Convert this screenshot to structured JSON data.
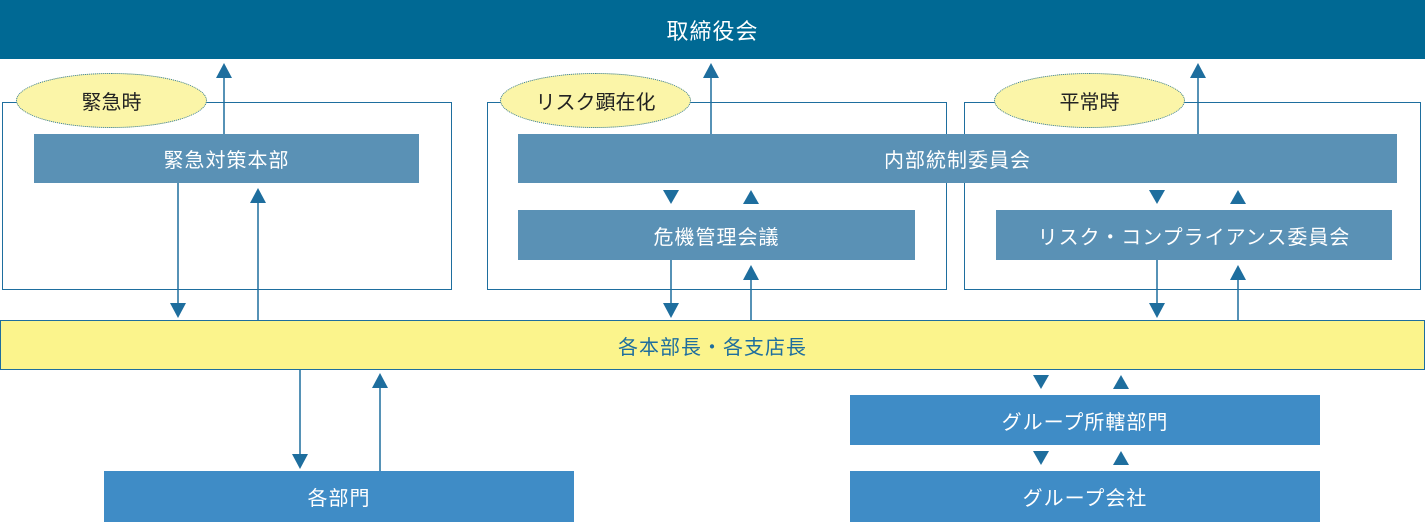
{
  "header": {
    "title": "取締役会"
  },
  "groups": {
    "emergency": {
      "label": "緊急時",
      "box": "緊急対策本部"
    },
    "risk": {
      "label": "リスク顕在化",
      "upper": "内部統制委員会",
      "lower": "危機管理会議"
    },
    "normal": {
      "label": "平常時",
      "lower": "リスク・コンプライアンス委員会"
    }
  },
  "main_bar": "各本部長・各支店長",
  "departments": "各部門",
  "group_departments": "グループ所轄部門",
  "group_companies": "グループ会社",
  "colors": {
    "board": "#006994",
    "committee": "#5a91b5",
    "unit": "#3f8cc6",
    "highlight": "#fbf48c",
    "line": "#1e6e9e"
  }
}
